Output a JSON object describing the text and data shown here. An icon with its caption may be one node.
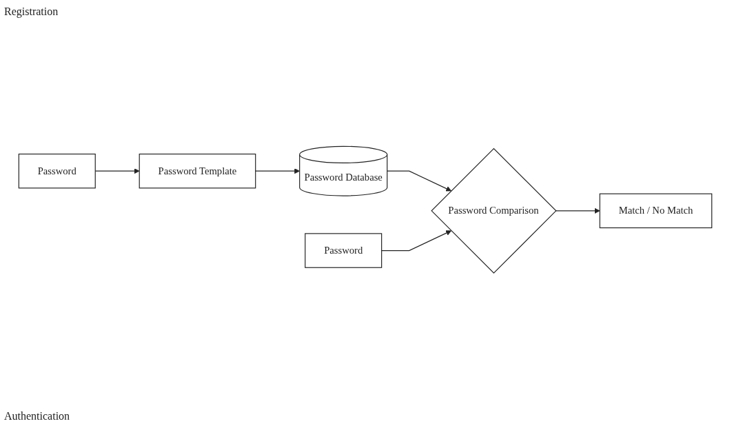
{
  "diagram": {
    "nodes": [
      {
        "text": [
          "Password"
        ]
      },
      {
        "text": [
          "Password Template"
        ]
      },
      {
        "text": [
          "Password Database"
        ]
      },
      {
        "text": [
          "Password Comparison"
        ]
      },
      {
        "text": [
          "Match / No Match"
        ]
      },
      {
        "text": [
          "Password"
        ]
      }
    ],
    "edges": [
      {
        "from": 0,
        "to": 1,
        "arrow": "to"
      },
      {
        "from": 1,
        "to": 2,
        "arrow": "to"
      },
      {
        "from": 2,
        "to": 3,
        "arrow": "to"
      },
      {
        "from": 3,
        "to": 4,
        "arrow": "to"
      },
      {
        "from": 5,
        "to": 3,
        "arrow": "to"
      }
    ],
    "labels": [
      "Registration",
      "Authentication"
    ]
  }
}
